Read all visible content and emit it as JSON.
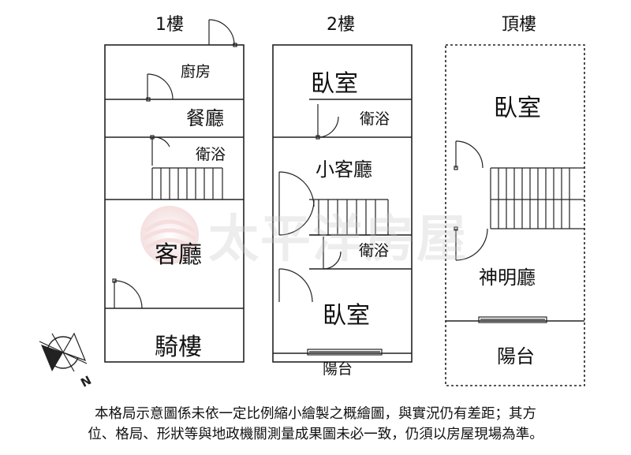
{
  "floors": {
    "floor1": {
      "title": "1樓",
      "rooms": {
        "kitchen": "廚房",
        "dining": "餐廳",
        "bath": "衛浴",
        "living": "客廳",
        "arcade": "騎樓"
      }
    },
    "floor2": {
      "title": "2樓",
      "rooms": {
        "bedroom_top": "臥室",
        "bath_top": "衛浴",
        "small_living": "小客廳",
        "bath_mid": "衛浴",
        "bedroom_bottom": "臥室",
        "balcony": "陽台"
      }
    },
    "rooftop": {
      "title": "頂樓",
      "rooms": {
        "bedroom": "臥室",
        "shrine": "神明廳",
        "balcony": "陽台"
      }
    }
  },
  "watermark": {
    "text": "太平洋房屋",
    "color": "#c8c8c8"
  },
  "compass": {
    "label": "N",
    "icon": "compass-icon"
  },
  "disclaimer": {
    "line1": "本格局示意圖係未依一定比例縮小繪製之概繪圖，與實況仍有差距；其方",
    "line2": "位、格局、形狀等與地政機關測量成果圖未必一致，仍須以房屋現場為準。"
  }
}
